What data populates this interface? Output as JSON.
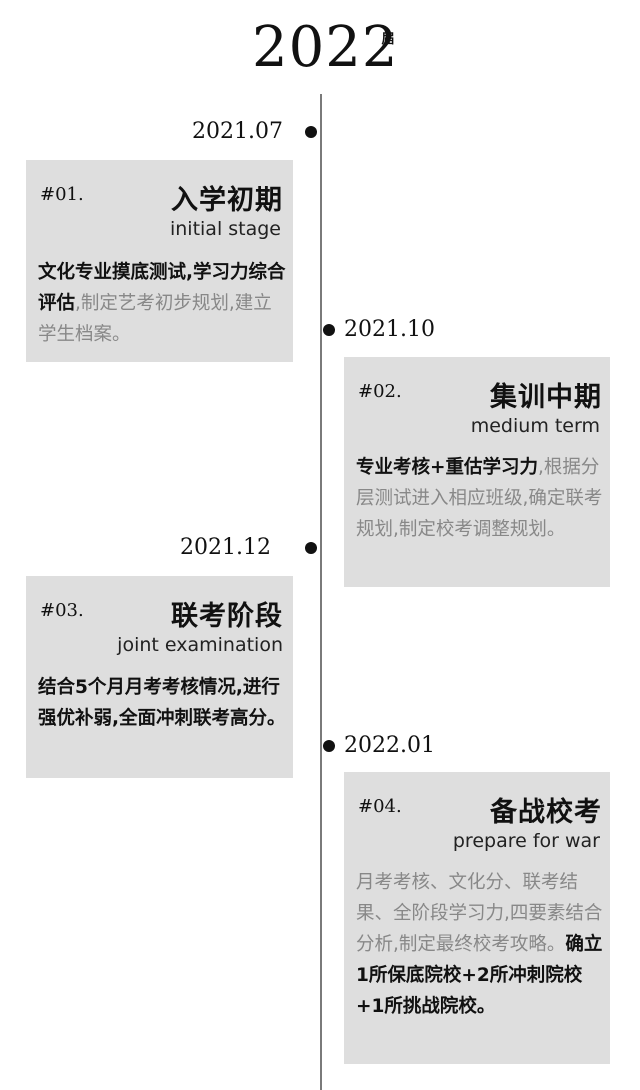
{
  "header": {
    "year": "2022",
    "badge": "届"
  },
  "stages": [
    {
      "date": "2021.07",
      "number": "#01.",
      "title": "入学初期",
      "subtitle": "initial stage",
      "body_bold": "文化专业摸底测试,学习力综合评估",
      "body_rest": ",制定艺考初步规划,建立学生档案。"
    },
    {
      "date": "2021.10",
      "number": "#02.",
      "title": "集训中期",
      "subtitle": "medium term",
      "body_bold": "专业考核+重估学习力",
      "body_rest": ",根据分层测试进入相应班级,确定联考规划,制定校考调整规划。"
    },
    {
      "date": "2021.12",
      "number": "#03.",
      "title": "联考阶段",
      "subtitle": "joint examination",
      "body_bold": "结合5个月月考考核情况,进行强优补弱,全面冲刺联考高分。",
      "body_rest": ""
    },
    {
      "date": "2022.01",
      "number": "#04.",
      "title": "备战校考",
      "subtitle": "prepare for war",
      "body_rest": "月考考核、文化分、联考结果、全阶段学习力,四要素结合分析,制定最终校考攻略。",
      "body_bold": "确立1所保底院校+2所冲刺院校+1所挑战院校。"
    }
  ]
}
